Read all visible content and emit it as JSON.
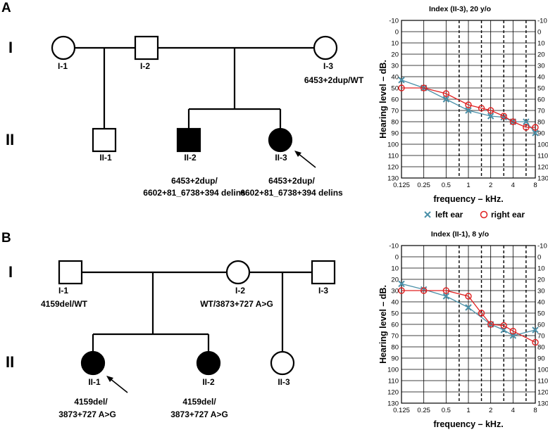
{
  "panels": {
    "A": {
      "panel_label": "A",
      "generations": [
        "I",
        "II"
      ],
      "individuals": {
        "I1": {
          "label": "I-1",
          "sex": "female",
          "affected": false
        },
        "I2": {
          "label": "I-2",
          "sex": "male",
          "affected": false
        },
        "I3": {
          "label": "I-3",
          "sex": "female",
          "affected": false,
          "genotype": [
            "6453+2dup/WT"
          ]
        },
        "II1": {
          "label": "II-1",
          "sex": "male",
          "affected": false
        },
        "II2": {
          "label": "II-2",
          "sex": "male",
          "affected": true,
          "genotype": [
            "6453+2dup/",
            "6602+81_6738+394 delins"
          ]
        },
        "II3": {
          "label": "II-3",
          "sex": "female",
          "affected": true,
          "proband": true,
          "genotype": [
            "6453+2dup/",
            "6602+81_6738+394 delins"
          ]
        }
      }
    },
    "B": {
      "panel_label": "B",
      "generations": [
        "I",
        "II"
      ],
      "individuals": {
        "I1": {
          "label": "I-1",
          "sex": "male",
          "affected": false,
          "genotype": [
            "4159del/WT"
          ]
        },
        "I2": {
          "label": "I-2",
          "sex": "female",
          "affected": false,
          "genotype": [
            "WT/3873+727 A>G"
          ]
        },
        "I3": {
          "label": "I-3",
          "sex": "male",
          "affected": false
        },
        "II1": {
          "label": "II-1",
          "sex": "female",
          "affected": true,
          "proband": true,
          "genotype": [
            "4159del/",
            "3873+727 A>G"
          ]
        },
        "II2": {
          "label": "II-2",
          "sex": "female",
          "affected": true,
          "genotype": [
            "4159del/",
            "3873+727 A>G"
          ]
        },
        "II3": {
          "label": "II-3",
          "sex": "female",
          "affected": false
        }
      }
    }
  },
  "audiograms": {
    "common": {
      "xlabel": "frequency – kHz.",
      "ylabel": "Hearing level – dB.",
      "x_tick_labels": [
        "0.125",
        "0.25",
        "0.5",
        "1",
        "2",
        "4",
        "8"
      ],
      "y_ticks": [
        -10,
        0,
        10,
        20,
        30,
        40,
        50,
        60,
        70,
        80,
        90,
        100,
        110,
        120,
        130
      ],
      "legend": [
        {
          "marker": "×",
          "label": "left ear",
          "color": "#4a90a8"
        },
        {
          "marker": "○",
          "label": "right ear",
          "color": "#e02020"
        }
      ]
    },
    "A": {
      "title": "Index (II-3), 20 y/o"
    },
    "B": {
      "title": "Index (II-1), 8 y/o"
    }
  },
  "chart_data": [
    {
      "type": "line",
      "title": "Index (II-3), 20 y/o",
      "xlabel": "frequency – kHz.",
      "ylabel": "Hearing level – dB.",
      "x_scale": "log2",
      "ylim": [
        -10,
        130
      ],
      "y_inverted": true,
      "grid": true,
      "series": [
        {
          "name": "left ear",
          "marker": "x",
          "color": "#4a90a8",
          "x": [
            0.125,
            0.25,
            0.5,
            1,
            2,
            3,
            4,
            6,
            8
          ],
          "y": [
            43,
            50,
            60,
            70,
            75,
            76,
            80,
            80,
            90
          ]
        },
        {
          "name": "right ear",
          "marker": "o",
          "color": "#e02020",
          "x": [
            0.125,
            0.25,
            0.5,
            1,
            1.5,
            2,
            3,
            4,
            6,
            8
          ],
          "y": [
            50,
            50,
            55,
            65,
            68,
            70,
            75,
            80,
            85,
            85
          ]
        }
      ]
    },
    {
      "type": "line",
      "title": "Index (II-1), 8 y/o",
      "xlabel": "frequency – kHz.",
      "ylabel": "Hearing level – dB.",
      "x_scale": "log2",
      "ylim": [
        -10,
        130
      ],
      "y_inverted": true,
      "grid": true,
      "series": [
        {
          "name": "left ear",
          "marker": "x",
          "color": "#4a90a8",
          "x": [
            0.125,
            0.25,
            0.5,
            1,
            2,
            3,
            4,
            8
          ],
          "y": [
            24,
            29,
            35,
            45,
            60,
            65,
            70,
            65
          ]
        },
        {
          "name": "right ear",
          "marker": "o",
          "color": "#e02020",
          "x": [
            0.125,
            0.25,
            0.5,
            1,
            1.5,
            2,
            3,
            4,
            8
          ],
          "y": [
            30,
            30,
            30,
            35,
            50,
            60,
            61,
            66,
            76
          ]
        }
      ]
    }
  ]
}
